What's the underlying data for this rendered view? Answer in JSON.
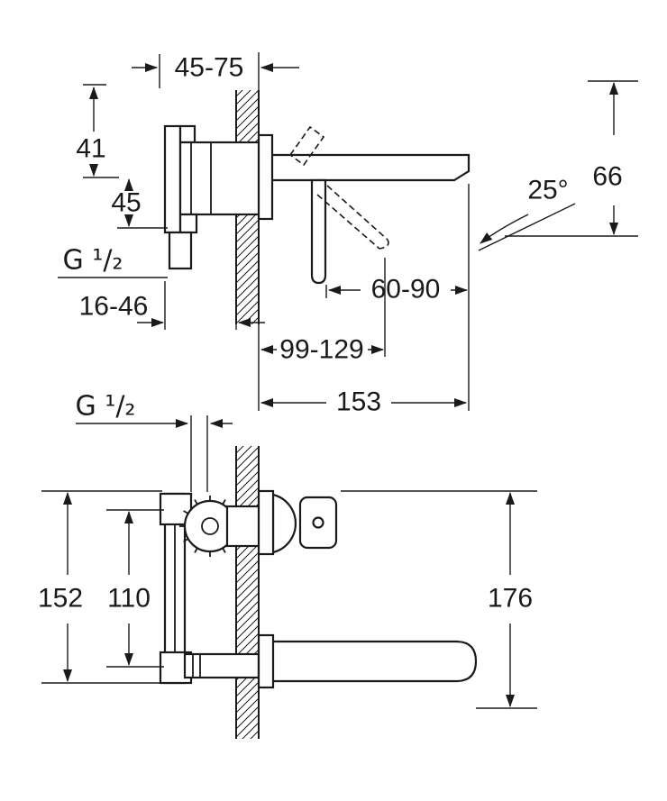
{
  "colors": {
    "ink": "#1a1a1a",
    "background": "#ffffff"
  },
  "labels": {
    "top": {
      "embed_depth": "45-75",
      "height_upper": "41",
      "height_lower": "45",
      "spout_drop": "66",
      "handle_angle": "25°",
      "thread": "G ¹/₂",
      "plate_to_wall": "16-46",
      "lever_reach": "60-90",
      "lever_tip": "99-129",
      "spout_length": "153"
    },
    "bottom": {
      "thread": "G ¹/₂",
      "body_span": "152",
      "port_spacing": "110",
      "overall_height": "176"
    }
  }
}
